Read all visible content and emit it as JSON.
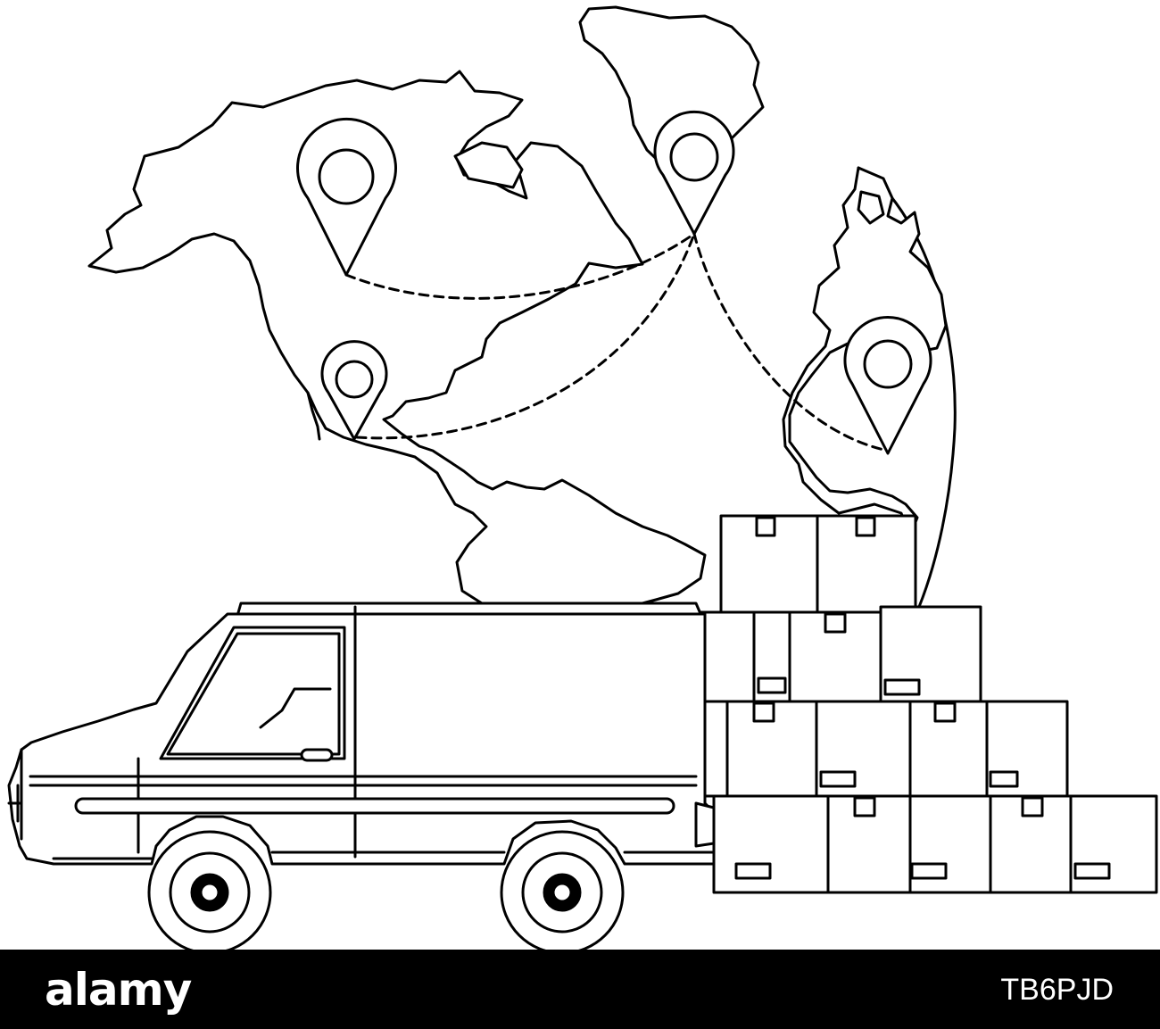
{
  "footer": {
    "brand": "alamy",
    "image_id": "TB6PJD",
    "background_color": "#000000",
    "text_color": "#ffffff"
  },
  "illustration": {
    "style": "black outline on white",
    "subjects": [
      "delivery-van",
      "world-map",
      "location-pins",
      "stacked-boxes"
    ]
  }
}
